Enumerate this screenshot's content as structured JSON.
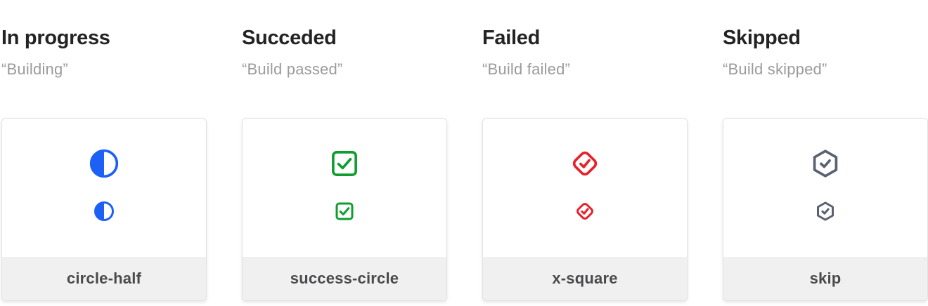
{
  "colors": {
    "in_progress_blue": "#1c60f5",
    "success_green": "#0f9e2d",
    "failed_red": "#e6222b",
    "skipped_slate": "#5a6271",
    "heading_text": "#232325",
    "quote_text": "#9b9b9b",
    "label_text": "#4a4a4c",
    "card_footer_bg": "#f0f0f0",
    "card_border": "#e2e2e2"
  },
  "columns": [
    {
      "title": "In progress",
      "quote": "“Building”",
      "label": "circle-half",
      "icon": "circle-half-icon",
      "color": "#1c60f5"
    },
    {
      "title": "Succeded",
      "quote": "“Build passed”",
      "label": "success-circle",
      "icon": "check-square-icon",
      "color": "#0f9e2d"
    },
    {
      "title": "Failed",
      "quote": "“Build failed”",
      "label": "x-square",
      "icon": "check-diamond-icon",
      "color": "#e6222b"
    },
    {
      "title": "Skipped",
      "quote": "“Build skipped”",
      "label": "skip",
      "icon": "check-hexagon-icon",
      "color": "#5a6271"
    }
  ]
}
